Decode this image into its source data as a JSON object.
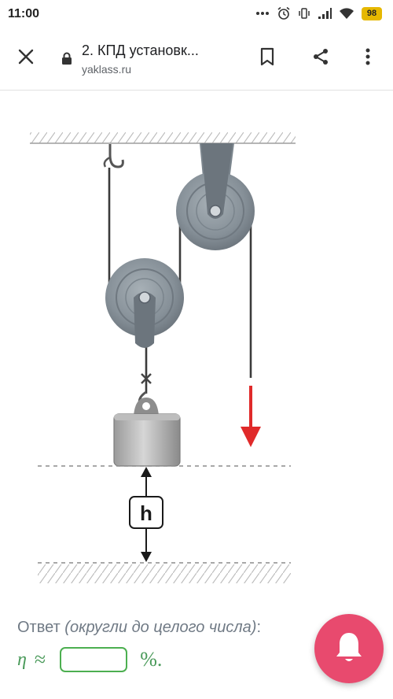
{
  "status_bar": {
    "time": "11:00",
    "battery": "98"
  },
  "toolbar": {
    "title": "2. КПД установк...",
    "url": "yaklass.ru"
  },
  "figure": {
    "height_label": "h",
    "arrow_color": "#e02a2a"
  },
  "answer": {
    "prompt_plain": "Ответ ",
    "prompt_italic": "(округли до целого числа)",
    "prompt_colon": ":",
    "eta": "η",
    "approx": "≈",
    "input_value": "",
    "percent": "%."
  },
  "icons": [
    "close-icon",
    "lock-icon",
    "bookmark-icon",
    "share-icon",
    "more-vert-icon",
    "bell-icon",
    "alarm-icon",
    "wifi-icon",
    "signal-icon"
  ],
  "colors": {
    "accent_green": "#4caf50",
    "fab": "#e84a6e",
    "text_muted": "#707a85"
  }
}
